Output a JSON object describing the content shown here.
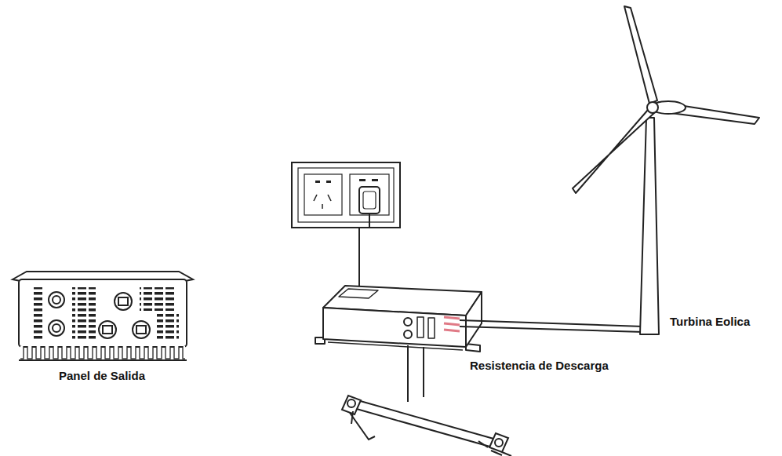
{
  "diagram": {
    "labels": [
      "Panel de Salida",
      "Resistencia de Descarga",
      "Turbina Eolica"
    ]
  }
}
